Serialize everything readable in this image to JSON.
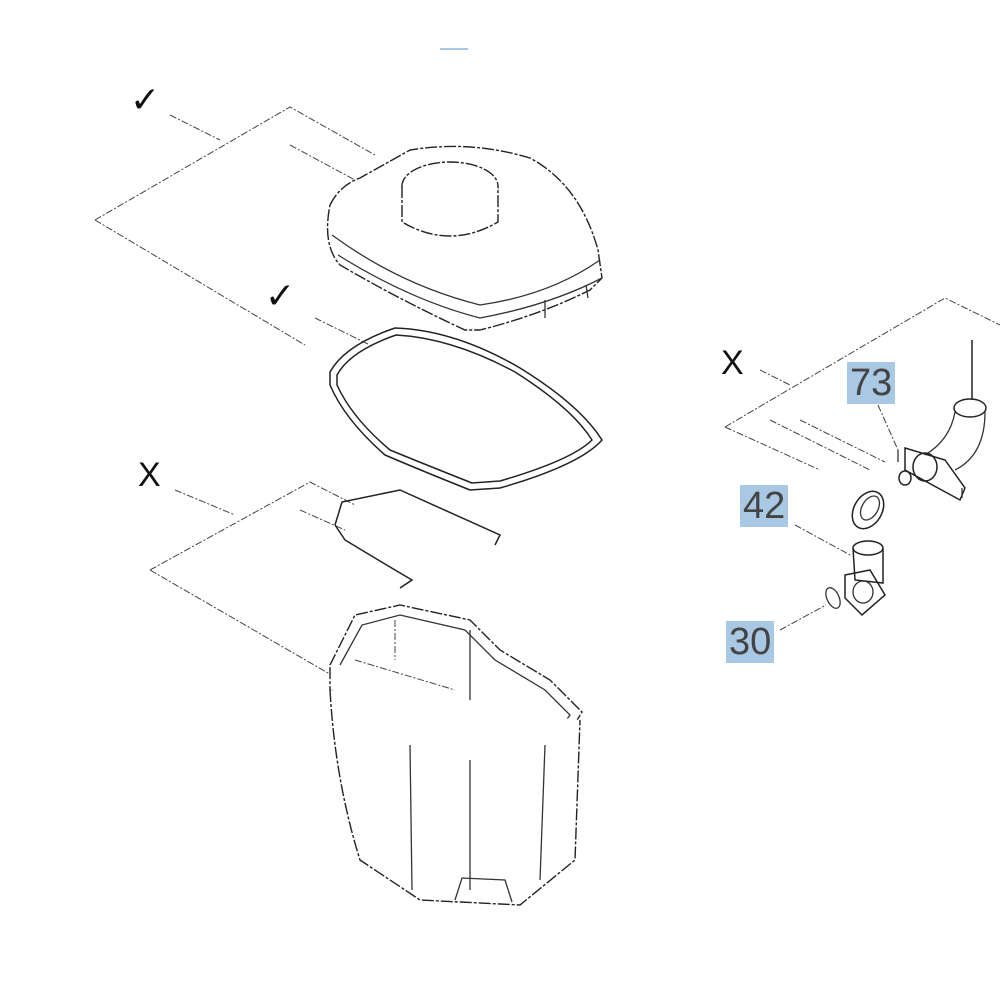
{
  "labels": {
    "lid_mark": "✓",
    "gasket_mark": "✓",
    "frame_mark": "X",
    "hose_group_mark": "X"
  },
  "part_numbers": {
    "p73": "73",
    "p42": "42",
    "p30": "30"
  },
  "colors": {
    "highlight": "#a9c8e3",
    "line": "#333333"
  }
}
